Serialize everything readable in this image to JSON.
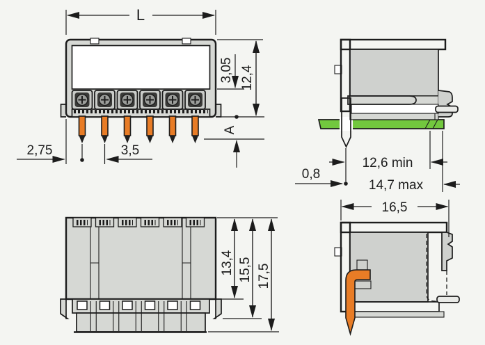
{
  "drawing": {
    "pin_count": 6,
    "labels": {
      "L": "L",
      "pin_recess": "3,05",
      "height_above_board": "12,4",
      "edge_offset": "2,75",
      "pitch": "3,5",
      "pin_length": "A",
      "pin_width": "0,8",
      "clearance_min": "12,6 min",
      "clearance_max": "14,7 max",
      "depth": "16,5",
      "body_height": "13,4",
      "height_mid": "15,5",
      "height_total": "17,5"
    },
    "colors": {
      "background": "#f4f5f2",
      "line": "#1c1c1c",
      "body_fill": "#d6d8d4",
      "cavity_fill": "#cfd1ce",
      "module_fill": "#c9cbc8",
      "pin_orange": "#e87c26",
      "pin_tip": "#1f1f1f",
      "pcb_green": "#72c83e",
      "metal_fill": "#e9eae7",
      "white": "#ffffff"
    }
  }
}
